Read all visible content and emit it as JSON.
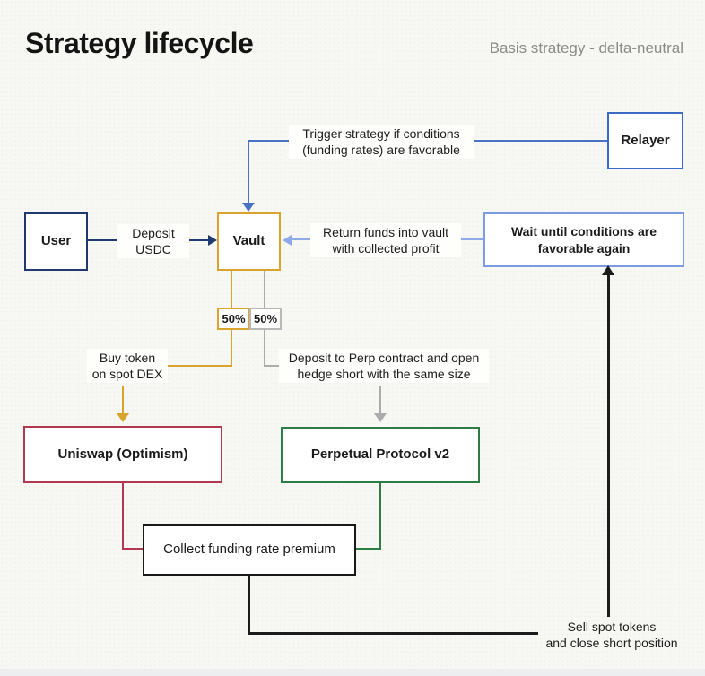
{
  "header": {
    "title": "Strategy lifecycle",
    "subtitle": "Basis strategy - delta-neutral"
  },
  "nodes": {
    "relayer": {
      "label": "Relayer"
    },
    "user": {
      "label": "User"
    },
    "vault": {
      "label": "Vault"
    },
    "wait": {
      "line1": "Wait until conditions are",
      "line2": "favorable again"
    },
    "uniswap": {
      "label": "Uniswap (Optimism)"
    },
    "perp": {
      "label": "Perpetual Protocol v2"
    },
    "collect": {
      "label": "Collect funding rate premium"
    },
    "split_left": {
      "label": "50%"
    },
    "split_right": {
      "label": "50%"
    }
  },
  "annotations": {
    "trigger": {
      "line1": "Trigger strategy if conditions",
      "line2": "(funding rates) are favorable"
    },
    "deposit": {
      "line1": "Deposit",
      "line2": "USDC"
    },
    "return": {
      "line1": "Return funds into vault",
      "line2": "with collected profit"
    },
    "buy": {
      "line1": "Buy token",
      "line2": "on spot DEX"
    },
    "hedge": {
      "line1": "Deposit to Perp contract and open",
      "line2": "hedge short with the same size"
    },
    "sell": {
      "line1": "Sell spot tokens",
      "line2": "and close short position"
    }
  },
  "colors": {
    "background": "#f7f7f4",
    "user_border": "#1f3a6e",
    "vault_border": "#d9a42b",
    "relayer_border": "#3b6ac6",
    "wait_border": "#7d9be0",
    "uniswap_border": "#b23851",
    "perp_border": "#2e7d46",
    "collect_border": "#1a1a1a",
    "trigger_line": "#4a72c4",
    "deposit_line": "#1f3a6e",
    "return_line": "#8fa9e8",
    "spot_line": "#d9a42b",
    "hedge_line": "#ababab",
    "uniswap_line": "#b23851",
    "perp_line": "#2e7d46",
    "black_line": "#1c1c1c"
  }
}
